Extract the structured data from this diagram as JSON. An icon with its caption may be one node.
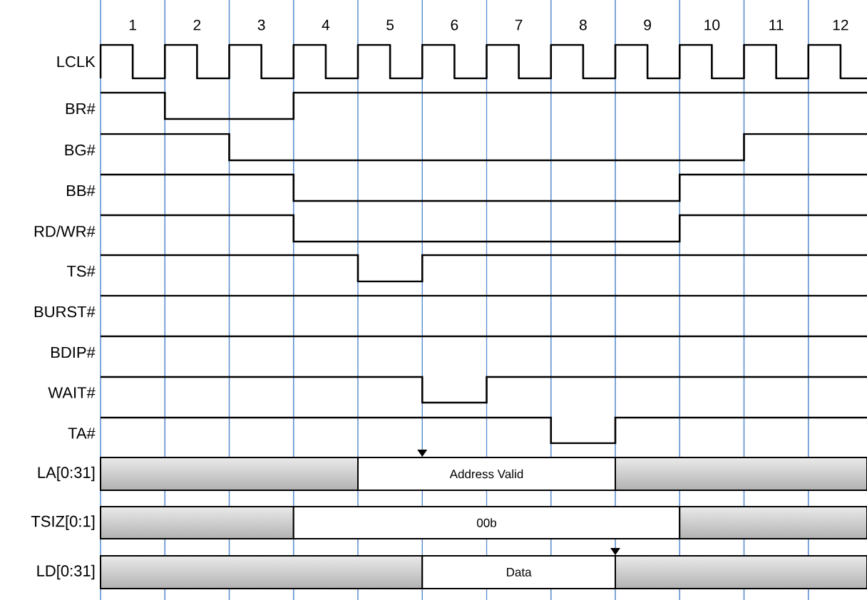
{
  "diagram": {
    "labels": [
      "1",
      "2",
      "3",
      "4",
      "5",
      "6",
      "7",
      "8",
      "9",
      "10",
      "11",
      "12",
      "LCLK",
      "BR#",
      "BG#",
      "BB#",
      "RD/WR#",
      "TS#",
      "BURST#",
      "BDIP#",
      "WAIT#",
      "TA#",
      "LA[0:31]",
      "Address Valid",
      "TSIZ[0:1]",
      "00b",
      "LD[0:31]",
      "Data"
    ]
  }
}
